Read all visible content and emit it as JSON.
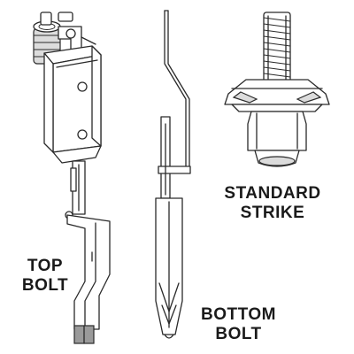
{
  "labels": {
    "strike_line1": "STANDARD",
    "strike_line2": "STRIKE",
    "top_line1": "TOP",
    "top_line2": "BOLT",
    "bottom_line1": "BOTTOM",
    "bottom_line2": "BOLT"
  },
  "colors": {
    "stroke": "#2a2a2a",
    "shade": "#dcdcdc",
    "dark_shade": "#9a9a9a",
    "background": "#ffffff"
  }
}
